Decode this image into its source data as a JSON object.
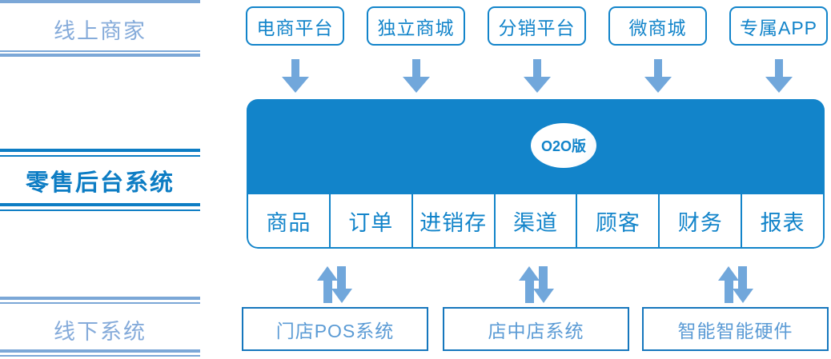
{
  "sidebar": {
    "tiers": [
      {
        "label": "线上商家",
        "emphasis": "soft"
      },
      {
        "label": "零售后台系统",
        "emphasis": "strong"
      },
      {
        "label": "线下系统",
        "emphasis": "soft"
      }
    ]
  },
  "channels": [
    {
      "label": "电商平台"
    },
    {
      "label": "独立商城"
    },
    {
      "label": "分销平台"
    },
    {
      "label": "微商城"
    },
    {
      "label": "专属APP"
    }
  ],
  "core": {
    "edition_badge": "O2O版",
    "modules": [
      {
        "label": "商品"
      },
      {
        "label": "订单"
      },
      {
        "label": "进销存"
      },
      {
        "label": "渠道"
      },
      {
        "label": "顾客"
      },
      {
        "label": "财务"
      },
      {
        "label": "报表"
      }
    ]
  },
  "offline": [
    {
      "label": "门店POS系统"
    },
    {
      "label": "店中店系统"
    },
    {
      "label": "智能智能硬件"
    }
  ],
  "colors": {
    "primary_blue": "#1284ca",
    "soft_blue": "#7BA7D7",
    "label_soft": "#85ABDA",
    "arrow_blue": "#71A7DB",
    "offline_border": "#1677bd",
    "offline_text": "#5B9BD5"
  }
}
